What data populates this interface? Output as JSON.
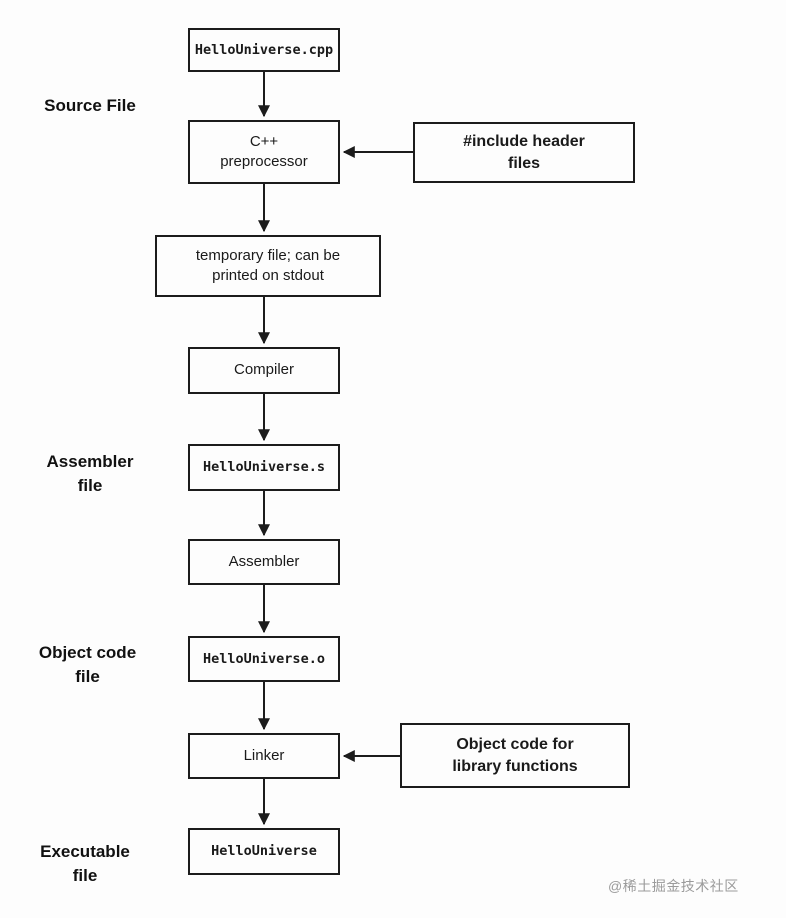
{
  "diagram": {
    "side_labels": {
      "source_file": "Source File",
      "assembler_file": "Assembler\nfile",
      "object_code_file": "Object code\nfile",
      "executable_file": "Executable\nfile"
    },
    "nodes": {
      "source_cpp": "HelloUniverse.cpp",
      "preprocessor": "C++\npreprocessor",
      "temp_file": "temporary file; can be\nprinted on stdout",
      "compiler": "Compiler",
      "assembly_file": "HelloUniverse.s",
      "assembler": "Assembler",
      "object_file": "HelloUniverse.o",
      "linker": "Linker",
      "executable": "HelloUniverse"
    },
    "inputs": {
      "header_files": "#include header\nfiles",
      "library_objects": "Object code for\nlibrary functions"
    }
  },
  "watermark": "@稀土掘金技术社区"
}
